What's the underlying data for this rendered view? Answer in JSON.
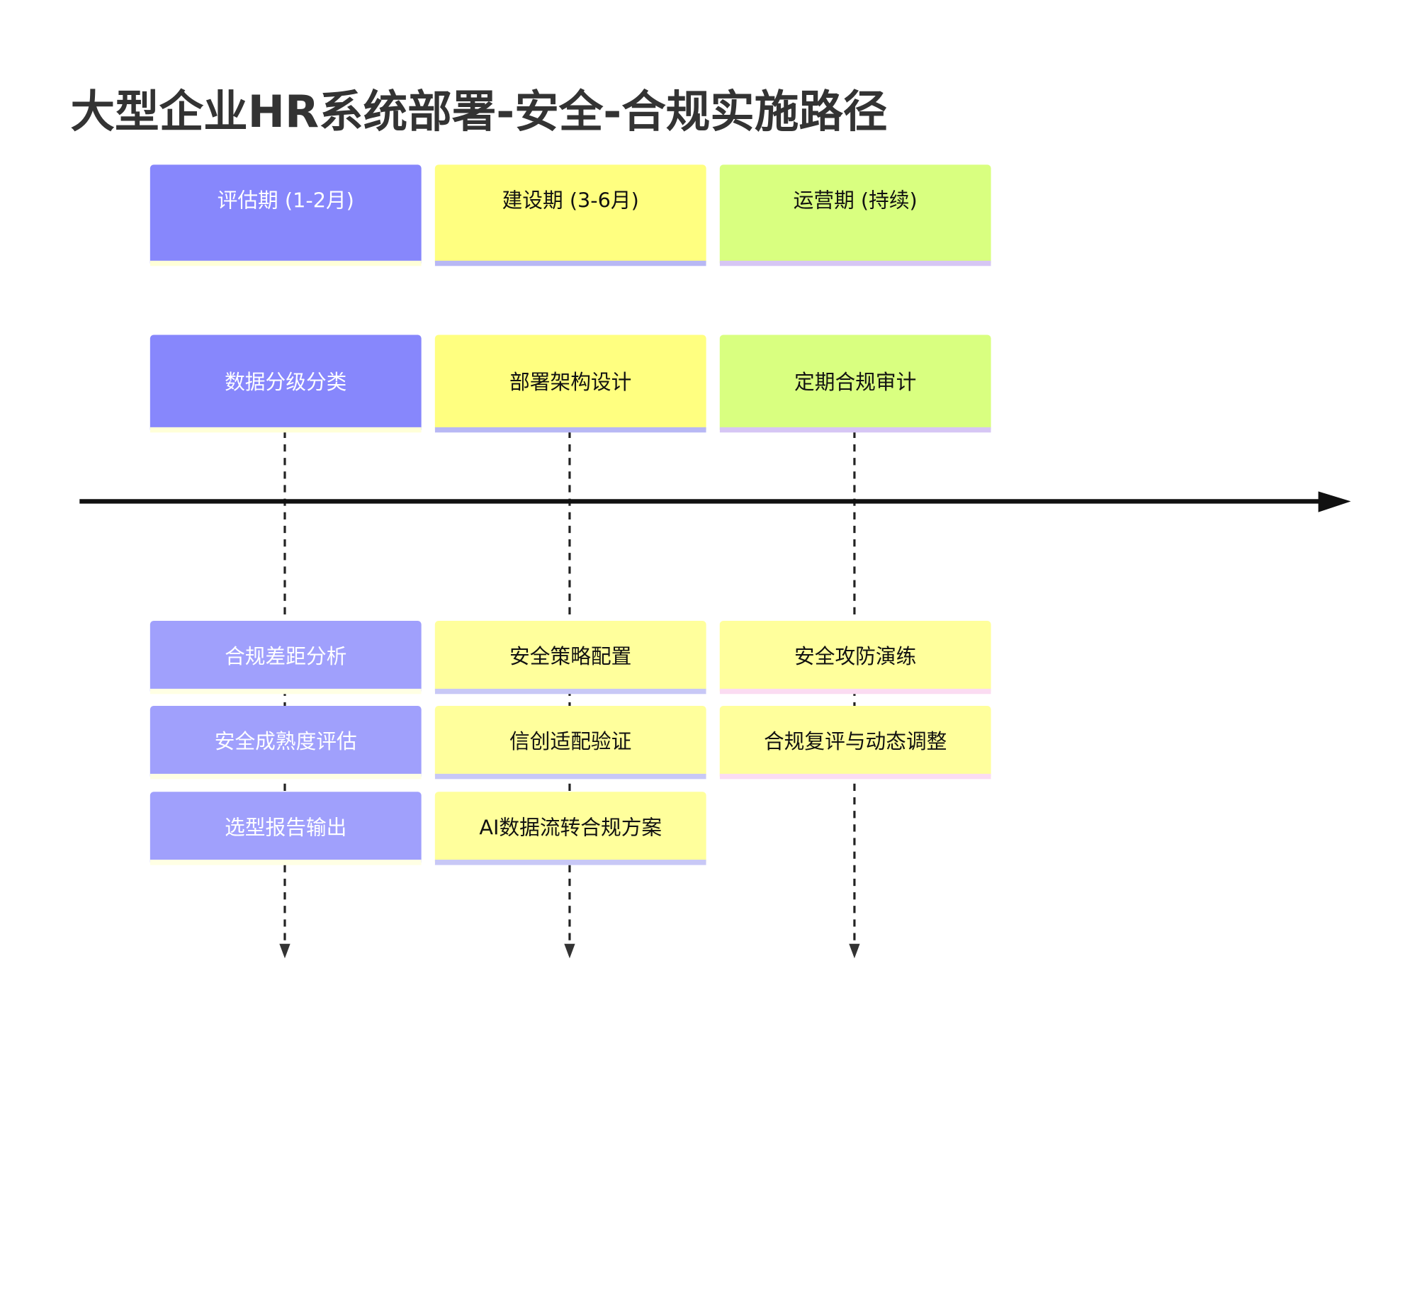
{
  "title": "大型企业HR系统部署-安全-合规实施路径",
  "phases": [
    {
      "header": "评估期 (1-2月)",
      "milestone": "数据分级分类",
      "tasks": [
        "合规差距分析",
        "安全成熟度评估",
        "选型报告输出"
      ]
    },
    {
      "header": "建设期 (3-6月)",
      "milestone": "部署架构设计",
      "tasks": [
        "安全策略配置",
        "信创适配验证",
        "AI数据流转合规方案"
      ]
    },
    {
      "header": "运营期 (持续)",
      "milestone": "定期合规审计",
      "tasks": [
        "安全攻防演练",
        "合规复评与动态调整"
      ]
    }
  ],
  "colors": {
    "phase1": "#8787fc",
    "phase1_task": "#a0a0fc",
    "phase2": "#ffff80",
    "phase2_task": "#ffff9c",
    "phase3": "#d9ff80",
    "phase3_task": "#ffff9c",
    "axis": "#111111",
    "dashed": "#222222"
  }
}
